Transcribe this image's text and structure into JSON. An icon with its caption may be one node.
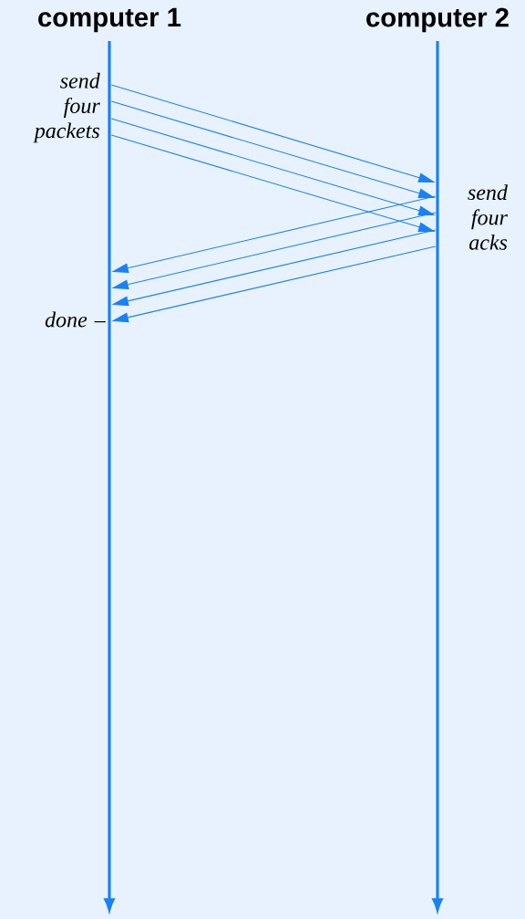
{
  "diagram": {
    "nodes": [
      {
        "text": [
          "computer 1"
        ]
      },
      {
        "text": [
          "computer 2"
        ]
      }
    ],
    "edges": [
      {
        "from": 0,
        "to": 1,
        "arrow": "to"
      },
      {
        "from": 0,
        "to": 1,
        "arrow": "to"
      },
      {
        "from": 0,
        "to": 1,
        "arrow": "to"
      },
      {
        "from": 0,
        "to": 1,
        "arrow": "to"
      },
      {
        "from": 1,
        "to": 0,
        "arrow": "to"
      },
      {
        "from": 1,
        "to": 0,
        "arrow": "to"
      },
      {
        "from": 1,
        "to": 0,
        "arrow": "to"
      },
      {
        "from": 1,
        "to": 0,
        "arrow": "to"
      }
    ],
    "labels": [
      "send four packets",
      "send four acks",
      "done –"
    ]
  }
}
